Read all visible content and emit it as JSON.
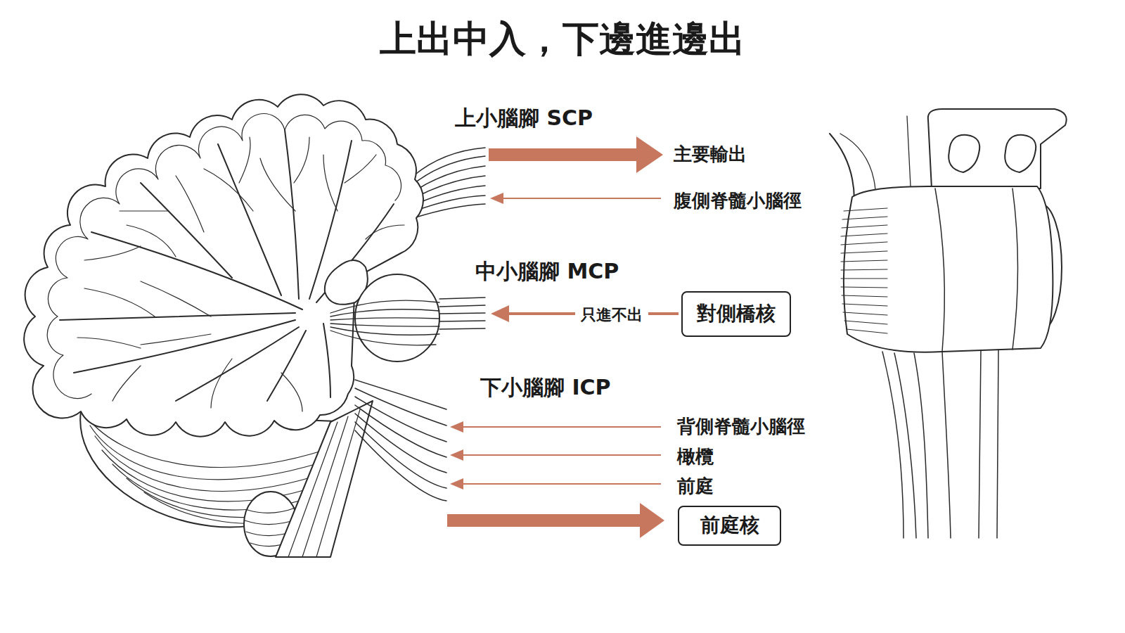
{
  "diagram": {
    "title": "上出中入，下邊進邊出",
    "nodes": [
      {
        "text": [
          "對側橋核"
        ]
      },
      {
        "text": [
          "前庭核"
        ]
      }
    ],
    "labels": [
      "上小腦腳 SCP",
      "主要輸出",
      "腹側脊髓小腦徑",
      "中小腦腳 MCP",
      "只進不出",
      "下小腦腳 ICP",
      "背側脊髓小腦徑",
      "橄欖",
      "前庭"
    ]
  }
}
